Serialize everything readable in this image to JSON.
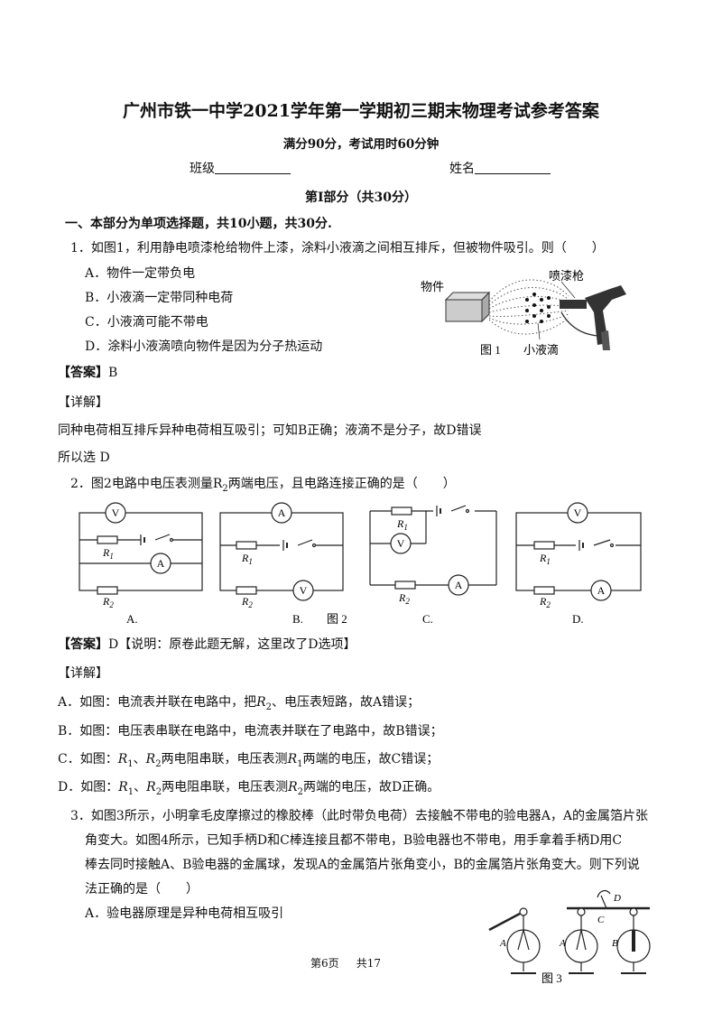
{
  "header": {
    "title": "广州市铁一中学2021学年第一学期初三期末物理考试参考答案",
    "subtitle": "满分90分，考试用时60分钟",
    "class_label": "班级",
    "name_label": "姓名",
    "section_title": "第I部分（共30分）",
    "part_intro": "一、本部分为单项选择题，共10小题，共30分."
  },
  "q1": {
    "stem": "1．如图1，利用静电喷漆枪给物件上漆，涂料小液滴之间相互排斥，但被物件吸引。则（　　）",
    "options": [
      "A．物件一定带负电",
      "B．小液滴一定带同种电荷",
      "C．小液滴可能不带电",
      "D．涂料小液滴喷向物件是因为分子热运动"
    ],
    "fig": {
      "object": "物件",
      "gun": "喷漆枪",
      "droplet": "小液滴",
      "caption": "图 1"
    },
    "answer_label": "【答案】",
    "answer": "B",
    "detail_label": "【详解】",
    "detail": "同种电荷相互排斥异种电荷相互吸引；可知B正确；液滴不是分子，故D错误",
    "conclusion": "所以选 D"
  },
  "q2": {
    "stem_pre": "2．图2电路中电压表测量R",
    "stem_sub": "2",
    "stem_post": "两端电压，且电路连接正确的是（　　）",
    "labels": {
      "r1": "R",
      "r1_sub": "1",
      "r2": "R",
      "r2_sub": "2",
      "v": "V",
      "a": "A"
    },
    "option_letters": [
      "A.",
      "B.",
      "C.",
      "D."
    ],
    "fig_caption": "图 2",
    "answer_label": "【答案】",
    "answer": "D【说明：原卷此题无解，这里改了D选项】",
    "detail_label": "【详解】",
    "details": [
      {
        "pre": "A．如图：电流表并联在电路中，把",
        "r": "R",
        "sub": "2",
        "post": "、电压表短路，故A错误；"
      },
      {
        "pre": "B．如图：电压表串联在电路中，电流表并联在了电路中，故B错误；"
      },
      {
        "pre": "C．如图：",
        "r": "R",
        "sub": "1",
        "mid": "、",
        "r2": "R",
        "sub2": "2",
        "mid2": "两电阻串联，电压表测",
        "r3": "R",
        "sub3": "1",
        "post": "两端的电压，故C错误；"
      },
      {
        "pre": "D．如图：",
        "r": "R",
        "sub": "1",
        "mid": "、",
        "r2": "R",
        "sub2": "2",
        "mid2": "两电阻串联，电压表测",
        "r3": "R",
        "sub3": "2",
        "post": "两端的电压，故D正确。"
      }
    ]
  },
  "q3": {
    "stem_line1": "3．如图3所示，小明拿毛皮摩擦过的橡胶棒（此时带负电荷）去接触不带电的验电器A，A的金属箔片张",
    "stem_line2": "角变大。如图4所示，已知手柄D和C棒连接且都不带电，B验电器也不带电，用手拿着手柄D用C",
    "stem_line3": "棒去同时接触A、B验电器的金属球，发现A的金属箔片张角变小，B的金属箔片张角变大。则下列说",
    "stem_line4": "法正确的是（　　）",
    "option_a": "A．验电器原理是异种电荷相互吸引",
    "fig": {
      "a": "A",
      "b": "B",
      "c": "C",
      "d": "D",
      "caption": "图 3"
    }
  },
  "footer": {
    "page": "第6页",
    "total": "共17"
  }
}
